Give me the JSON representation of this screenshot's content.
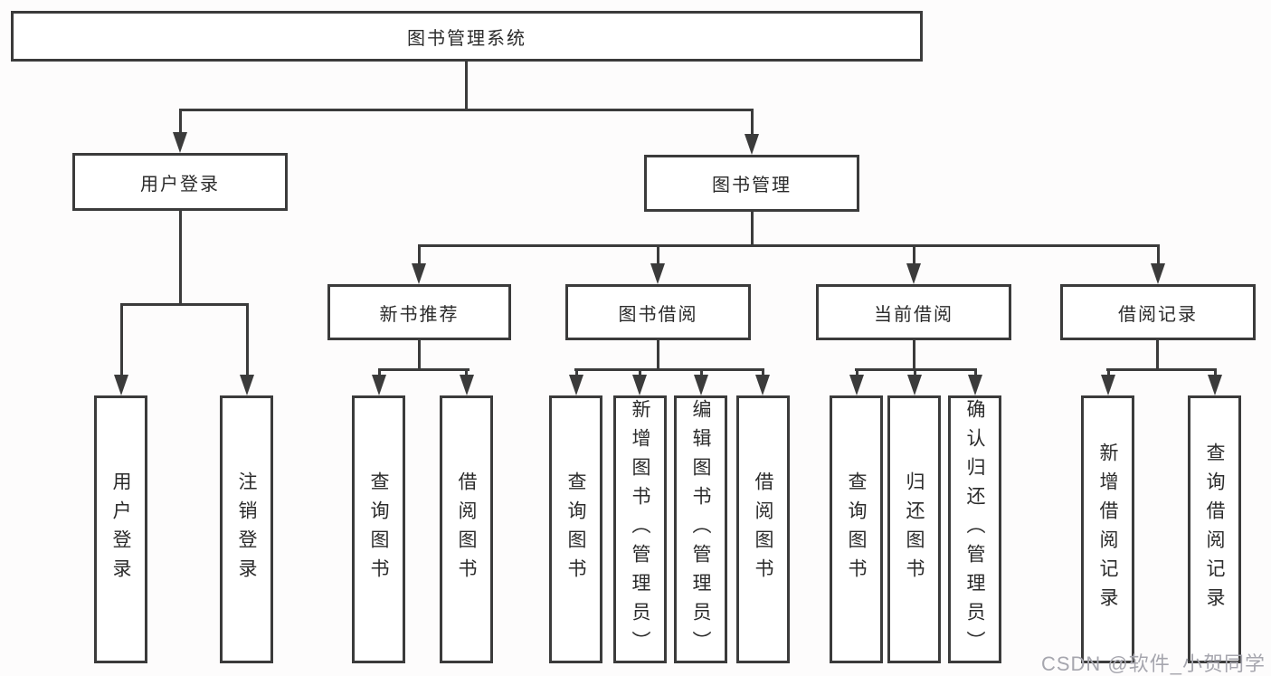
{
  "colors": {
    "line": "#3b3b3b",
    "text": "#2b2b2b",
    "box_background": "#ffffff",
    "watermark": "#a6a6ae"
  },
  "watermark": {
    "text": "CSDN @软件_小贺同学"
  },
  "tree": {
    "root": {
      "label": "图书管理系统",
      "children": [
        {
          "label": "用户登录",
          "children": [
            {
              "label": "用户登录"
            },
            {
              "label": "注销登录"
            }
          ]
        },
        {
          "label": "图书管理",
          "children": [
            {
              "label": "新书推荐",
              "children": [
                {
                  "label": "查询图书"
                },
                {
                  "label": "借阅图书"
                }
              ]
            },
            {
              "label": "图书借阅",
              "children": [
                {
                  "label": "查询图书"
                },
                {
                  "label": "新增图书（管理员）"
                },
                {
                  "label": "编辑图书（管理员）"
                },
                {
                  "label": "借阅图书"
                }
              ]
            },
            {
              "label": "当前借阅",
              "children": [
                {
                  "label": "查询图书"
                },
                {
                  "label": "归还图书"
                },
                {
                  "label": "确认归还（管理员）"
                }
              ]
            },
            {
              "label": "借阅记录",
              "children": [
                {
                  "label": "新增借阅记录"
                },
                {
                  "label": "查询借阅记录"
                }
              ]
            }
          ]
        }
      ]
    }
  }
}
